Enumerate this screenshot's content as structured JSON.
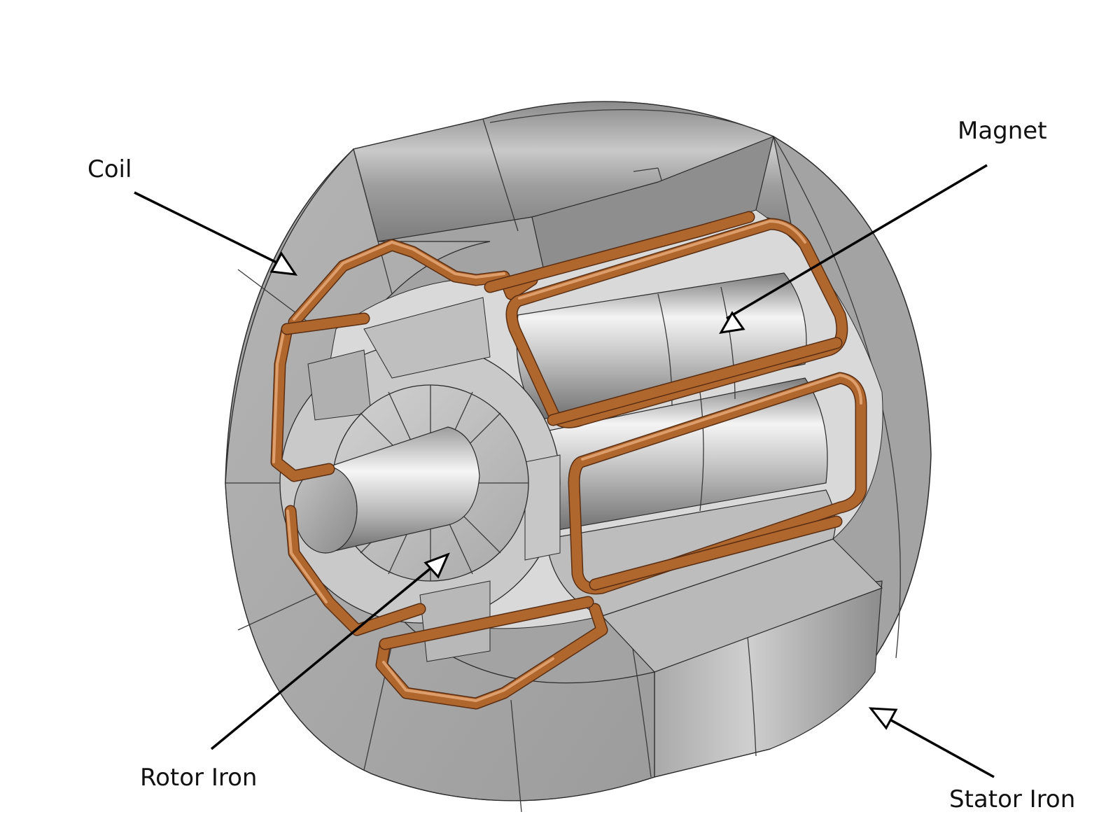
{
  "diagram": {
    "labels": {
      "coil": "Coil",
      "magnet": "Magnet",
      "rotor_iron": "Rotor Iron",
      "stator_iron": "Stator Iron"
    },
    "colors": {
      "copper": "#b0672e",
      "steel": "#9a9a9a",
      "background": "#ffffff"
    }
  }
}
